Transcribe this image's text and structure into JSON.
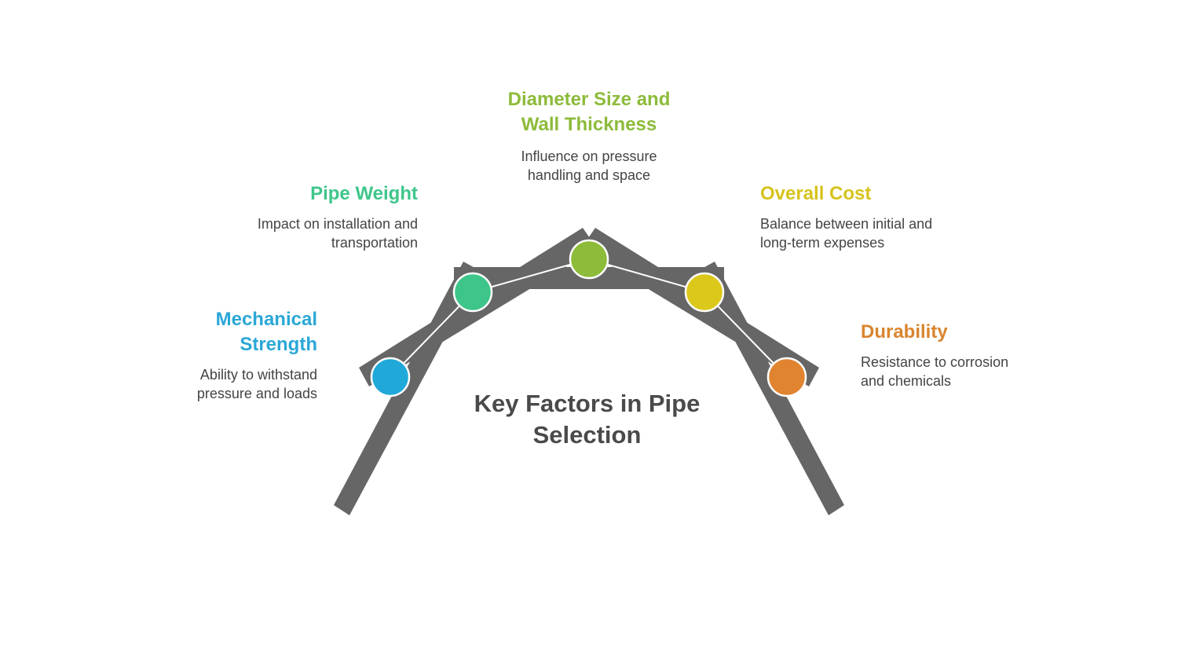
{
  "title": "Key Factors in Pipe Selection",
  "factors": [
    {
      "heading": "Mechanical Strength",
      "description": "Ability to withstand pressure and loads",
      "color": "#1fa8d8"
    },
    {
      "heading": "Pipe Weight",
      "description": "Impact on installation and transportation",
      "color": "#3ec68a"
    },
    {
      "heading": "Diameter Size and Wall Thickness",
      "description": "Influence on pressure handling and space",
      "color": "#8dbb3a"
    },
    {
      "heading": "Overall Cost",
      "description": "Balance between initial and long-term expenses",
      "color": "#dcc81a"
    },
    {
      "heading": "Durability",
      "description": "Resistance to corrosion and chemicals",
      "color": "#e08430"
    }
  ]
}
